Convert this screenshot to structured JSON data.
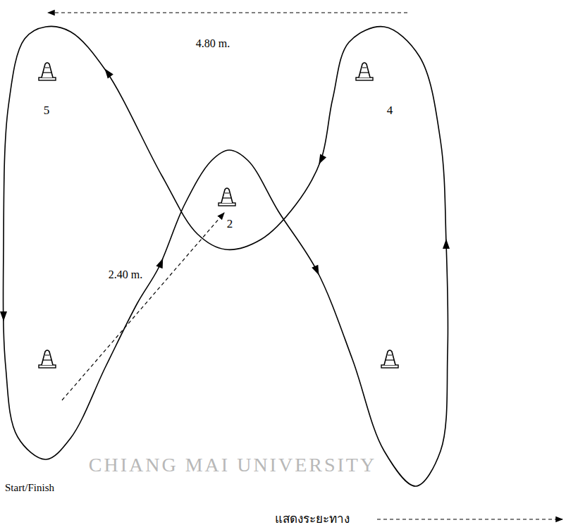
{
  "diagram": {
    "labels": [
      "4.80 m.",
      "5",
      "4",
      "2",
      "2.40 m.",
      "Start/Finish",
      "แสดงระยะทาง",
      "CHIANG MAI UNIVERSITY"
    ]
  }
}
